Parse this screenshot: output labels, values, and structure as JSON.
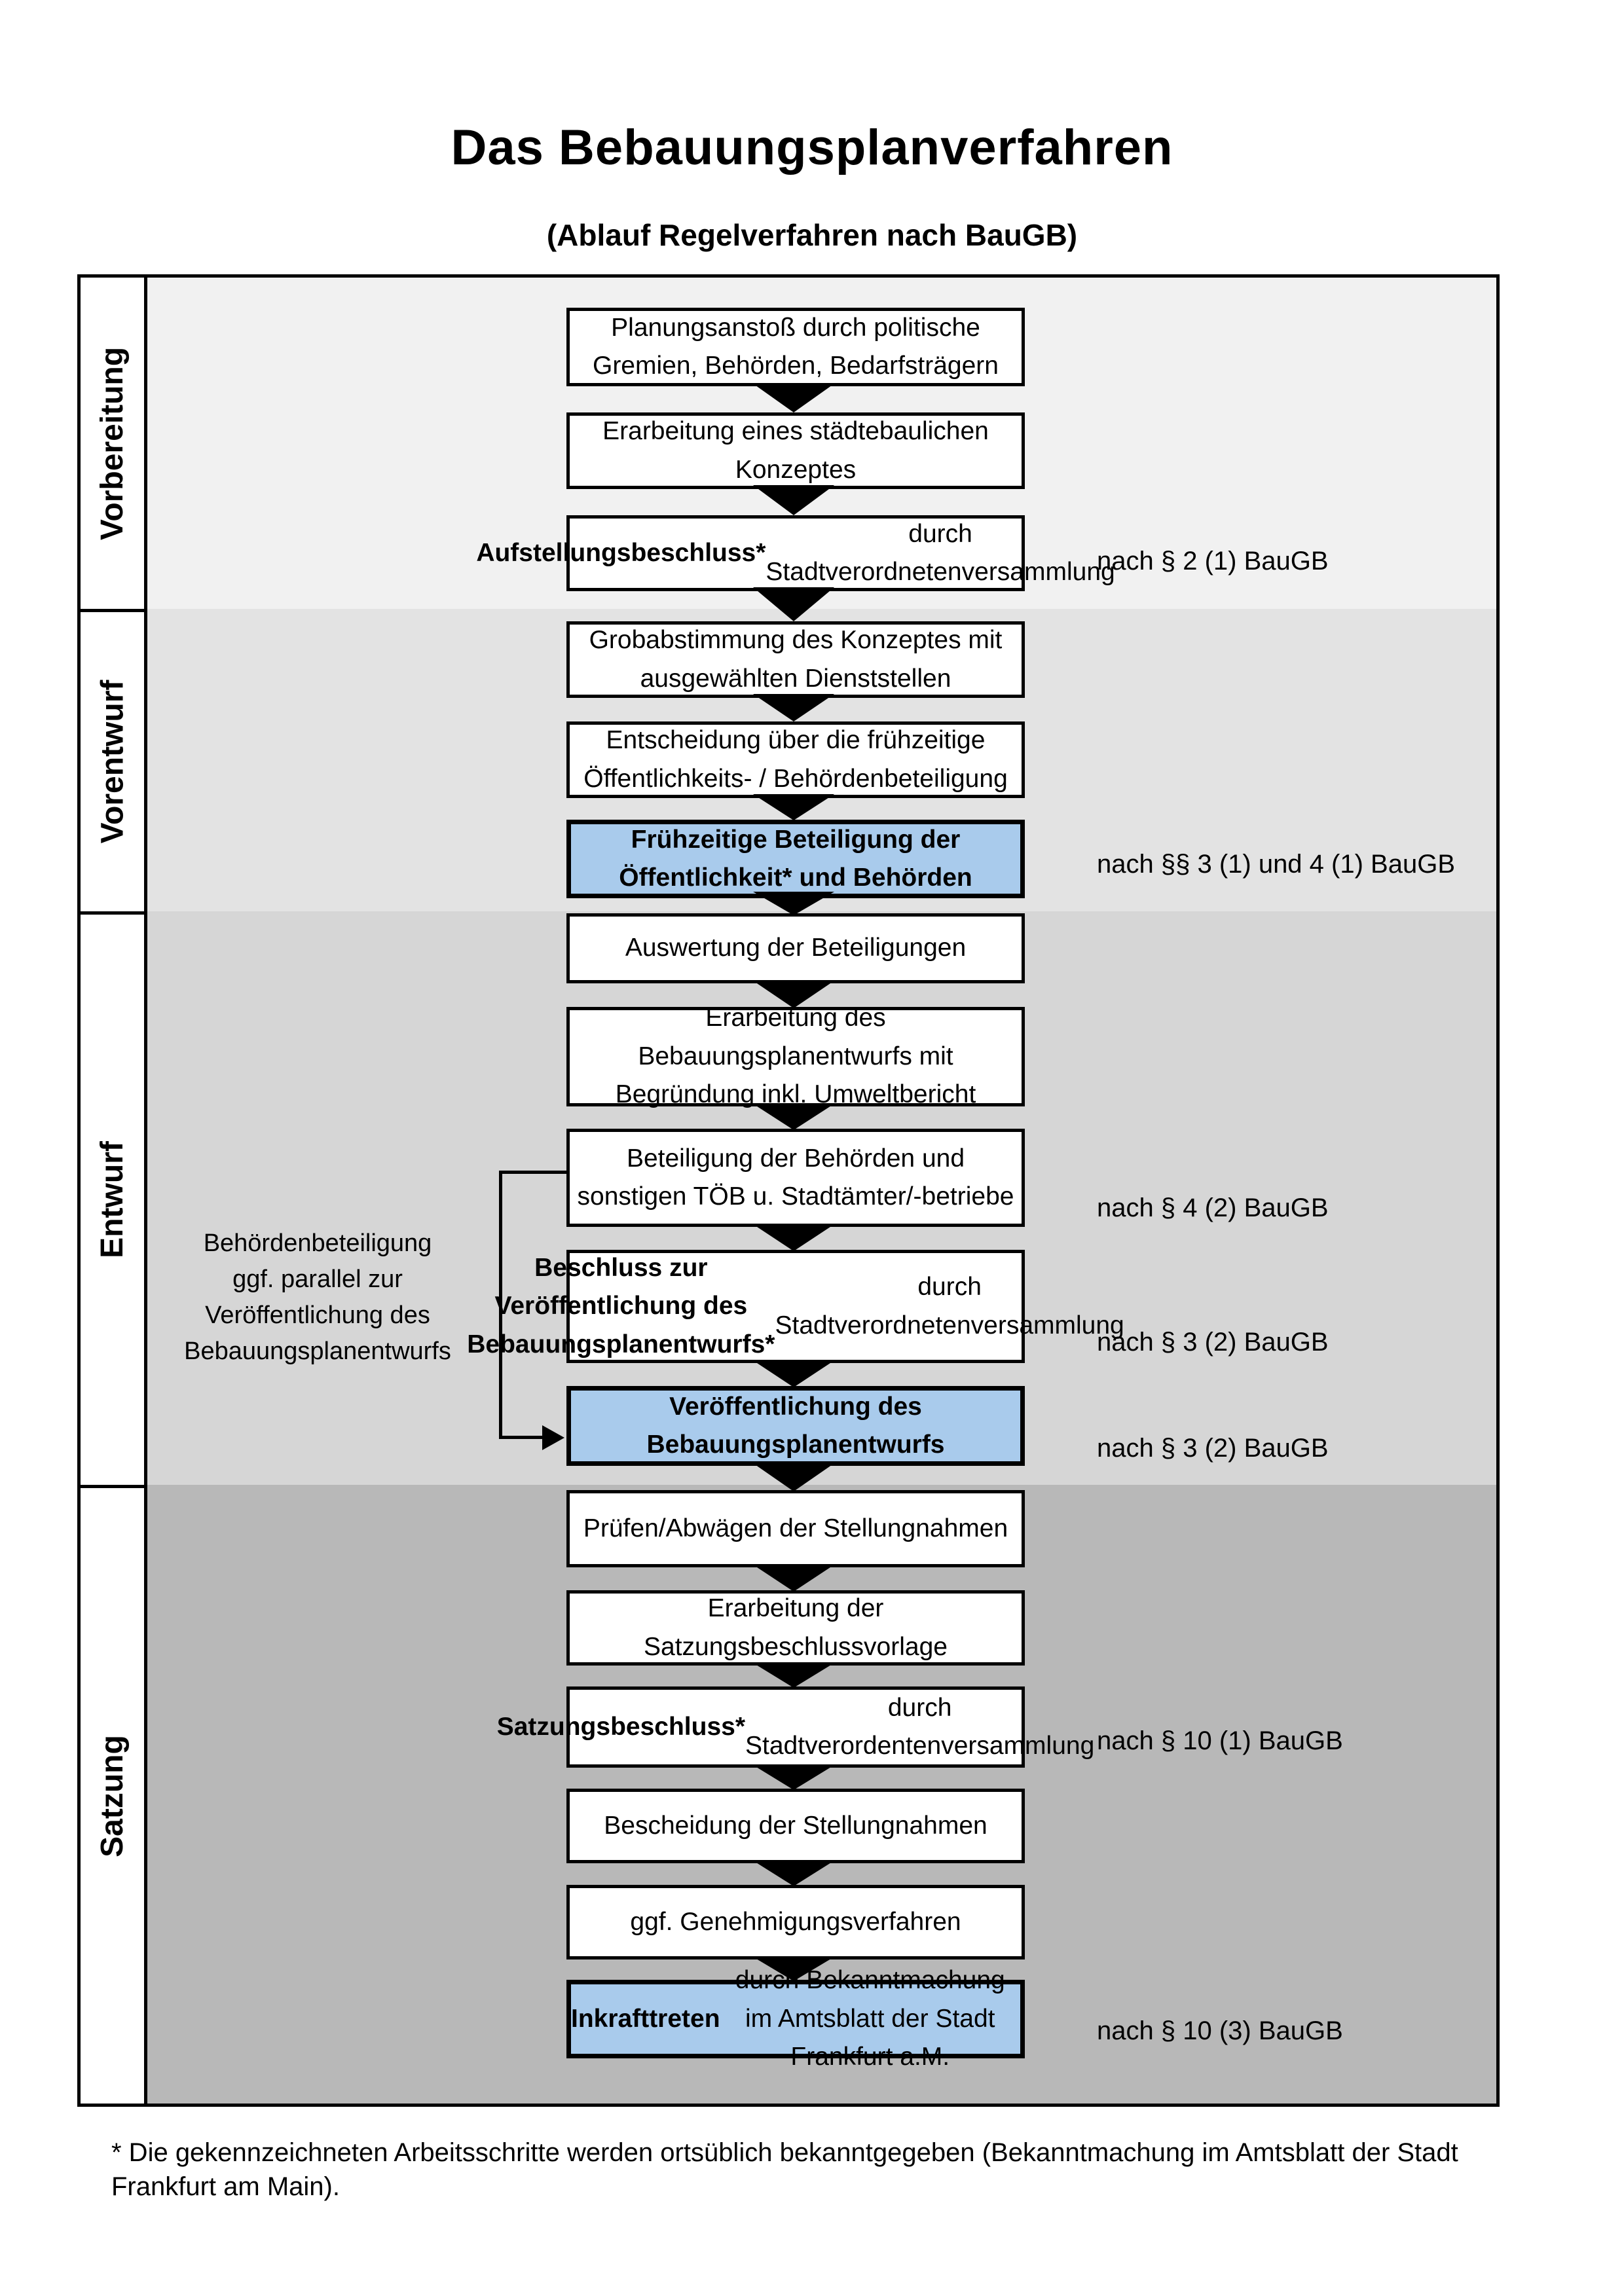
{
  "title": "Das Bebauungsplanverfahren",
  "subtitle": "(Ablauf Regelverfahren nach BauGB)",
  "phases": [
    {
      "label": "Vorbereitung"
    },
    {
      "label": "Vorentwurf"
    },
    {
      "label": "Entwurf"
    },
    {
      "label": "Satzung"
    }
  ],
  "steps": [
    {
      "bold": "",
      "text": "Planungsanstoß durch politische\nGremien, Behörden, Bedarfsträgern",
      "highlighted": false
    },
    {
      "bold": "",
      "text": "Erarbeitung eines städtebaulichen\nKonzeptes",
      "highlighted": false
    },
    {
      "bold": "Aufstellungsbeschluss*",
      "text": " durch\nStadtverordnetenversammlung",
      "highlighted": false
    },
    {
      "bold": "",
      "text": "Grobabstimmung des Konzeptes mit\nausgewählten Dienststellen",
      "highlighted": false
    },
    {
      "bold": "",
      "text": "Entscheidung über die frühzeitige\nÖffentlichkeits- / Behördenbeteiligung",
      "highlighted": false
    },
    {
      "bold": "Frühzeitige Beteiligung der\nÖffentlichkeit* und Behörden",
      "text": "",
      "highlighted": true
    },
    {
      "bold": "",
      "text": "Auswertung der Beteiligungen",
      "highlighted": false
    },
    {
      "bold": "",
      "text": "Erarbeitung des\nBebauungsplanentwurfs mit\nBegründung inkl. Umweltbericht",
      "highlighted": false
    },
    {
      "bold": "",
      "text": "Beteiligung der Behörden und\nsonstigen TÖB u. Stadtämter/-betriebe",
      "highlighted": false
    },
    {
      "bold": "Beschluss zur Veröffentlichung des\nBebauungsplanentwurfs*",
      "text": " durch\nStadtverordnetenversammlung",
      "highlighted": false
    },
    {
      "bold": "Veröffentlichung des\nBebauungsplanentwurfs",
      "text": "",
      "highlighted": true
    },
    {
      "bold": "",
      "text": "Prüfen/Abwägen der Stellungnahmen",
      "highlighted": false
    },
    {
      "bold": "",
      "text": "Erarbeitung der\nSatzungsbeschlussvorlage",
      "highlighted": false
    },
    {
      "bold": "Satzungsbeschluss*",
      "text": " durch\nStadtverordentenversammlung",
      "highlighted": false
    },
    {
      "bold": "",
      "text": "Bescheidung der Stellungnahmen",
      "highlighted": false
    },
    {
      "bold": "",
      "text": "ggf. Genehmigungsverfahren",
      "highlighted": false
    },
    {
      "bold": "Inkrafttreten",
      "text": " durch Bekanntmachung\nim Amtsblatt der Stadt Frankfurt a.M.",
      "highlighted": true
    }
  ],
  "notes": [
    "nach § 2 (1) BauGB",
    "nach §§ 3 (1) und 4 (1) BauGB",
    "nach § 4 (2) BauGB",
    "nach § 3 (2) BauGB",
    "nach § 3 (2) BauGB",
    "nach § 10 (1) BauGB",
    "nach § 10 (3) BauGB"
  ],
  "side_note": "Behördenbeteiligung\nggf. parallel zur\nVeröffentlichung des\nBebauungsplanentwurfs",
  "footnote": "* Die gekennzeichneten Arbeitsschritte werden ortsüblich bekanntgegeben (Bekanntmachung im Amtsblatt  der Stadt\nFrankfurt am Main).",
  "colors": {
    "highlight_box": "#a9cbec",
    "box_background": "#ffffff",
    "border": "#000000",
    "band_vorbereitung": "#f1f1f1",
    "band_vorentwurf": "#e3e3e3",
    "band_entwurf": "#d6d6d6",
    "band_satzung": "#b8b8b8"
  }
}
